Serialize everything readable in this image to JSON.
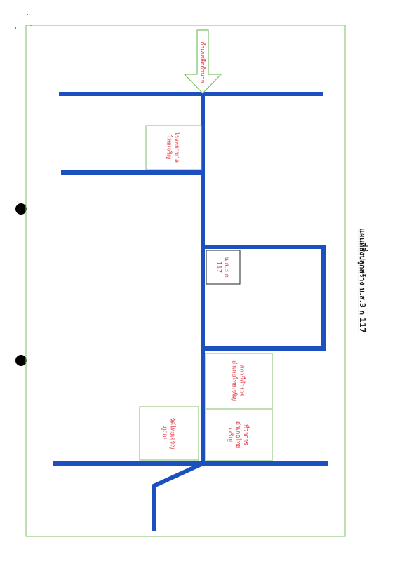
{
  "page": {
    "title": "แผนที่สิ่งปลูกสร้าง น.ส.3 ก 117",
    "colors": {
      "road": "#1c4fbf",
      "frame": "#7cbf6a",
      "label_text": "#e8323c",
      "title_text": "#1a1a1a",
      "parcel_border": "#222222",
      "hole_punch": "#000000"
    }
  },
  "map": {
    "arrow_label": "อำเภอลืออำนาจ",
    "landmarks": {
      "hospital": "โรงพยาบาล\nไทยเจริญ",
      "parcel": "น.ส.3 ก\n117",
      "police": "สถานีตำรวจ\nอำเภอไทยเจริญ",
      "district_office": "ที่ว่าการ\nอำเภอไทย\nเจริญ",
      "temple": "วัดไทยเจริญ\nภูถ่อย"
    }
  }
}
